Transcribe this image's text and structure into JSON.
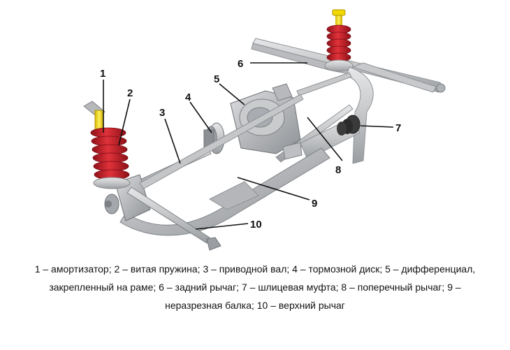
{
  "callouts": {
    "c1": "1",
    "c2": "2",
    "c3": "3",
    "c4": "4",
    "c5": "5",
    "c6": "6",
    "c7": "7",
    "c8": "8",
    "c9": "9",
    "c10": "10"
  },
  "caption": {
    "line1": "1 – амортизатор; 2 – витая пружина; 3 – приводной вал; 4 – тормозной диск; 5 – дифференциал,",
    "line2": "закрепленный на раме; 6 – задний рычаг; 7 – шлицевая муфта; 8 – поперечный рычаг; 9 –",
    "line3": "неразрезная балка; 10 – верхний рычаг"
  },
  "colors": {
    "spring": "#c8202a",
    "shock_rod": "#f2d400",
    "metal": "#c9cbcd",
    "metal_dark": "#8f9296",
    "rubber": "#2b2b2b"
  }
}
